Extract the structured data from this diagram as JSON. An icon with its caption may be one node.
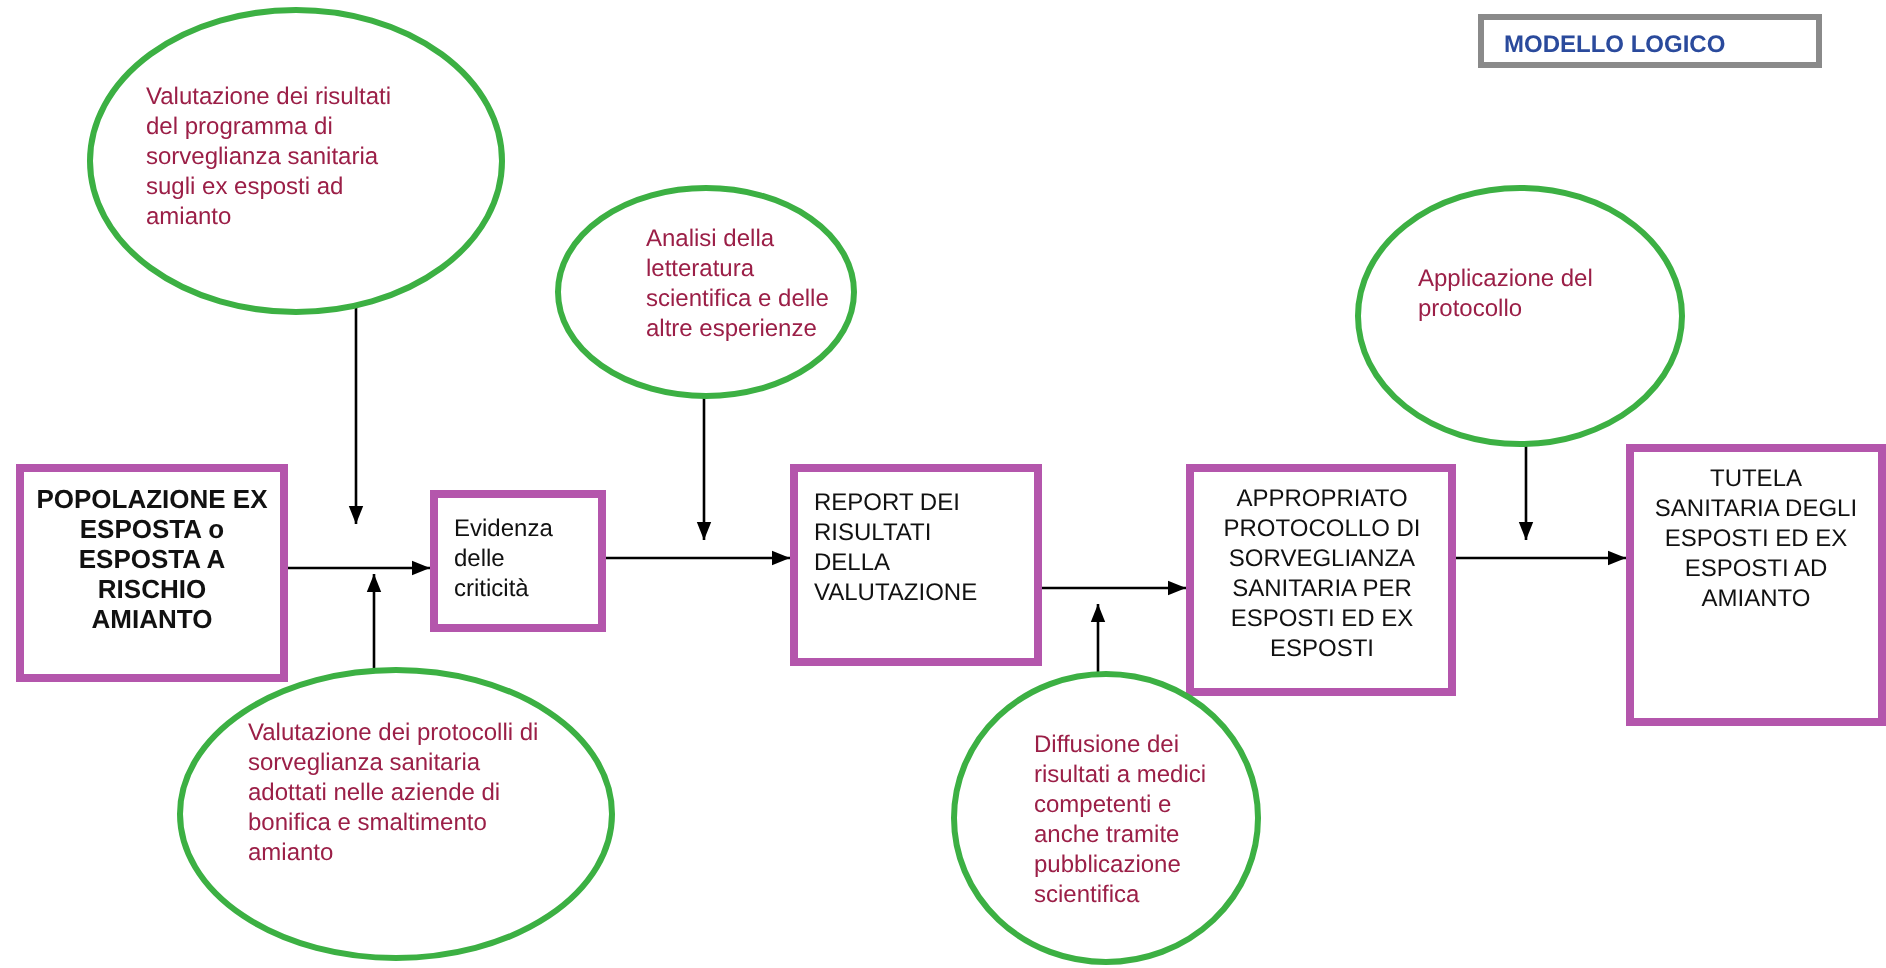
{
  "diagram": {
    "title": "MODELLO LOGICO",
    "nodes": [
      {
        "text": [
          "Valutazione dei risultati del programma di sorveglianza sanitaria sugli ex esposti ad amianto"
        ]
      },
      {
        "text": [
          "Analisi della letteratura scientifica e delle altre esperienze"
        ]
      },
      {
        "text": [
          "Applicazione del protocollo"
        ]
      },
      {
        "text": [
          "POPOLAZIONE EX ESPOSTA o ESPOSTA A RISCHIO AMIANTO"
        ]
      },
      {
        "text": [
          "Evidenza delle criticità"
        ]
      },
      {
        "text": [
          "REPORT DEI RISULTATI DELLA VALUTAZIONE"
        ]
      },
      {
        "text": [
          "APPROPRIATO PROTOCOLLO DI SORVEGLIANZA SANITARIA PER ESPOSTI ED EX ESPOSTI"
        ]
      },
      {
        "text": [
          "TUTELA SANITARIA DEGLI ESPOSTI ED EX ESPOSTI AD AMIANTO"
        ]
      },
      {
        "text": [
          "Valutazione dei protocolli di sorveglianza sanitaria adottati nelle aziende di bonifica e smaltimento amianto"
        ]
      },
      {
        "text": [
          "Diffusione dei risultati a medici competenti e anche tramite pubblicazione scientifica"
        ]
      }
    ],
    "edges": [
      {
        "from": 3,
        "to": 4,
        "arrow": "to"
      },
      {
        "from": 4,
        "to": 5,
        "arrow": "to"
      },
      {
        "from": 5,
        "to": 6,
        "arrow": "to"
      },
      {
        "from": 6,
        "to": 7,
        "arrow": "to"
      },
      {
        "from": 0,
        "to": null,
        "arrow": "to"
      },
      {
        "from": 1,
        "to": null,
        "arrow": "to"
      },
      {
        "from": 2,
        "to": null,
        "arrow": "to"
      },
      {
        "from": 8,
        "to": null,
        "arrow": "to"
      },
      {
        "from": 9,
        "to": null,
        "arrow": "to"
      }
    ]
  }
}
